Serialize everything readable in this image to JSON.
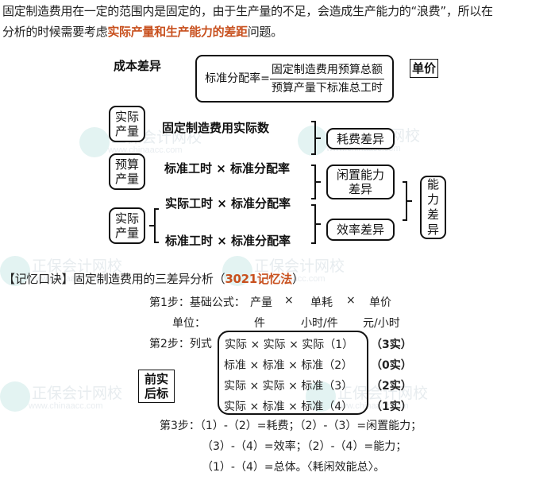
{
  "intro": {
    "line1": "固定制造费用在一定的范围内是固定的，由于生产量的不足，会造成生产能力的“浪费”，所以在",
    "line2_prefix": "分析的时候需要考虑",
    "line2_highlight": "实际产量和生产能力的差距",
    "line2_suffix": "问题。"
  },
  "diagram": {
    "title": "成本差异",
    "formula": {
      "lhs": "标准分配率=",
      "numerator": "固定制造费用预算总额",
      "denominator": "预算产量下标准总工时"
    },
    "unit_price_label": "单价",
    "left_boxes": [
      "实际产量",
      "预算产量",
      "实际产量"
    ],
    "left_boxes_lines": [
      [
        "实际",
        "产量"
      ],
      [
        "预算",
        "产量"
      ],
      [
        "实际",
        "产量"
      ]
    ],
    "rows": [
      "固定制造费用实际数",
      "标准工时 × 标准分配率",
      "实际工时 × 标准分配率",
      "标准工时 × 标准分配率"
    ],
    "variances": {
      "consumption": "耗费差异",
      "idle_capacity_lines": [
        "闲置能力",
        "差异"
      ],
      "efficiency": "效率差异",
      "capacity_lines": [
        "能",
        "力",
        "差",
        "异"
      ]
    }
  },
  "mnemonic": {
    "heading_prefix": "【记忆口诀】固定制造费用的三差异分析（",
    "heading_highlight": "3021记忆法",
    "heading_suffix": "）",
    "step1": {
      "label": "第1步：基础公式：",
      "items": [
        "产量",
        "×",
        "单耗",
        "×",
        "单价"
      ]
    },
    "units": {
      "label": "单位：",
      "items": [
        "件",
        "小时/件",
        "元/小时"
      ]
    },
    "step2": {
      "label": "第2步：列式",
      "rows": [
        {
          "expr": "实际 × 实际 × 实际（1）",
          "tag": "（3实）"
        },
        {
          "expr": "标准 × 标准 × 标准（2）",
          "tag": "（0实）"
        },
        {
          "expr": "实际 × 实际 × 标准（3）",
          "tag": "（2实）"
        },
        {
          "expr": "实际 × 标准 × 标准（4）",
          "tag": "（1实）"
        }
      ],
      "side_box_lines": [
        "前实",
        "后标"
      ]
    },
    "step3": {
      "line1": "第3步：（1）-（2）=耗费；（2）-（3）=闲置能力；",
      "line2": "（3）-（4）=效率；（2）-（4）=能力；",
      "line3": "（1）-（4）=总体。〈耗闲效能总〉。"
    }
  },
  "watermark": {
    "brand": "正保会计网校",
    "url": "www.chinaacc.com"
  },
  "colors": {
    "highlight": "#c8501e",
    "text": "#222222",
    "watermark": "#e7ecef"
  }
}
